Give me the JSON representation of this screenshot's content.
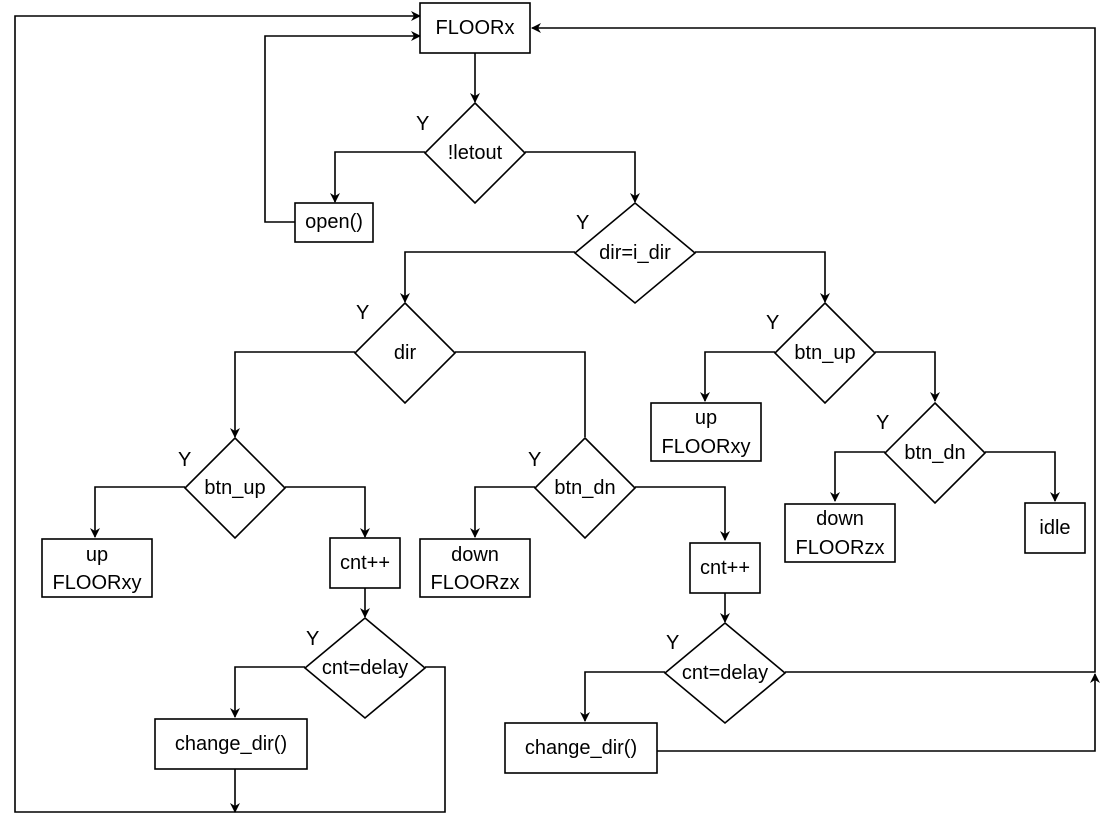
{
  "diagram": {
    "type": "flowchart",
    "yes_label": "Y",
    "nodes": {
      "floorx": {
        "label": [
          "FLOORx"
        ],
        "shape": "rect"
      },
      "letout": {
        "label": [
          "!letout"
        ],
        "shape": "diamond"
      },
      "open": {
        "label": [
          "open()"
        ],
        "shape": "rect"
      },
      "dir_eq_idir": {
        "label": [
          "dir=i_dir"
        ],
        "shape": "diamond"
      },
      "dir": {
        "label": [
          "dir"
        ],
        "shape": "diamond"
      },
      "btn_up_left": {
        "label": [
          "btn_up"
        ],
        "shape": "diamond"
      },
      "btn_dn_mid": {
        "label": [
          "btn_dn"
        ],
        "shape": "diamond"
      },
      "btn_up_right": {
        "label": [
          "btn_up"
        ],
        "shape": "diamond"
      },
      "btn_dn_right": {
        "label": [
          "btn_dn"
        ],
        "shape": "diamond"
      },
      "up_floorxy_left": {
        "label": [
          "up",
          "FLOORxy"
        ],
        "shape": "rect"
      },
      "cnt_inc_left": {
        "label": [
          "cnt++"
        ],
        "shape": "rect"
      },
      "down_floorzx_mid": {
        "label": [
          "down",
          "FLOORzx"
        ],
        "shape": "rect"
      },
      "cnt_inc_mid": {
        "label": [
          "cnt++"
        ],
        "shape": "rect"
      },
      "up_floorxy_right": {
        "label": [
          "up",
          "FLOORxy"
        ],
        "shape": "rect"
      },
      "down_floorzx_right": {
        "label": [
          "down",
          "FLOORzx"
        ],
        "shape": "rect"
      },
      "idle": {
        "label": [
          "idle"
        ],
        "shape": "rect"
      },
      "cnt_delay_left": {
        "label": [
          "cnt=delay"
        ],
        "shape": "diamond"
      },
      "change_dir_left": {
        "label": [
          "change_dir()"
        ],
        "shape": "rect"
      },
      "cnt_delay_mid": {
        "label": [
          "cnt=delay"
        ],
        "shape": "diamond"
      },
      "change_dir_mid": {
        "label": [
          "change_dir()"
        ],
        "shape": "rect"
      }
    },
    "edges": [
      {
        "from": "floorx",
        "to": "letout"
      },
      {
        "from": "letout",
        "to": "open",
        "label": "Y"
      },
      {
        "from": "letout",
        "to": "dir_eq_idir"
      },
      {
        "from": "open",
        "to": "floorx"
      },
      {
        "from": "dir_eq_idir",
        "to": "dir",
        "label": "Y"
      },
      {
        "from": "dir_eq_idir",
        "to": "btn_up_right"
      },
      {
        "from": "dir",
        "to": "btn_up_left",
        "label": "Y"
      },
      {
        "from": "dir",
        "to": "btn_dn_mid"
      },
      {
        "from": "btn_up_left",
        "to": "up_floorxy_left",
        "label": "Y"
      },
      {
        "from": "btn_up_left",
        "to": "cnt_inc_left"
      },
      {
        "from": "cnt_inc_left",
        "to": "cnt_delay_left"
      },
      {
        "from": "cnt_delay_left",
        "to": "change_dir_left",
        "label": "Y"
      },
      {
        "from": "cnt_delay_left",
        "to": "floorx"
      },
      {
        "from": "change_dir_left",
        "to": "floorx"
      },
      {
        "from": "btn_dn_mid",
        "to": "down_floorzx_mid",
        "label": "Y"
      },
      {
        "from": "btn_dn_mid",
        "to": "cnt_inc_mid"
      },
      {
        "from": "cnt_inc_mid",
        "to": "cnt_delay_mid"
      },
      {
        "from": "cnt_delay_mid",
        "to": "change_dir_mid",
        "label": "Y"
      },
      {
        "from": "cnt_delay_mid",
        "to": "floorx"
      },
      {
        "from": "change_dir_mid",
        "to": "floorx"
      },
      {
        "from": "btn_up_right",
        "to": "up_floorxy_right",
        "label": "Y"
      },
      {
        "from": "btn_up_right",
        "to": "btn_dn_right"
      },
      {
        "from": "btn_dn_right",
        "to": "down_floorzx_right",
        "label": "Y"
      },
      {
        "from": "btn_dn_right",
        "to": "idle"
      }
    ]
  }
}
